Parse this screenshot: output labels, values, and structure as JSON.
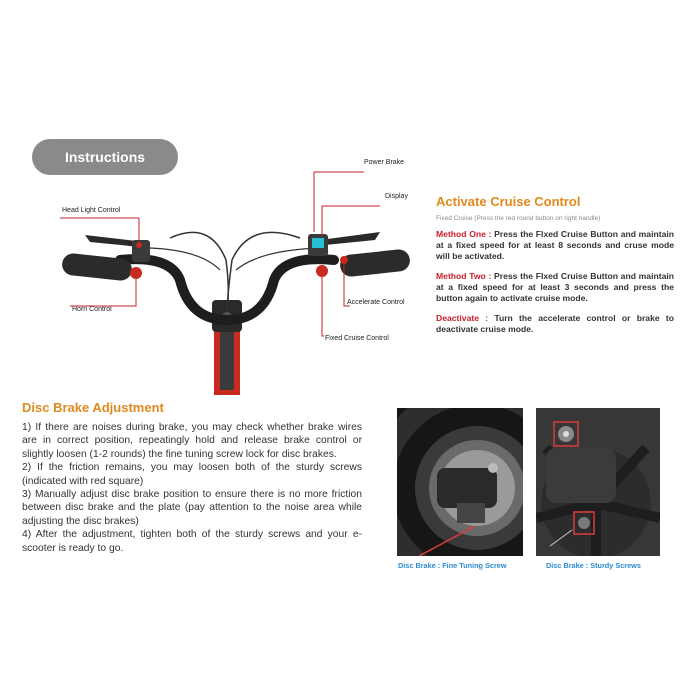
{
  "header": {
    "title": "Instructions"
  },
  "diagram": {
    "labels": {
      "power_brake": "Power Brake",
      "display": "Display",
      "head_light": "Head Light Control",
      "horn": "Horn Control",
      "accelerate": "Accelerate Control",
      "fixed_cruise": "Fixed Cruise Control"
    }
  },
  "cruise": {
    "title": "Activate Cruise Control",
    "subtitle": "Fixed Cruise (Press the red round button on right handle)",
    "method1_label": "Method One :",
    "method1_text": " Press the FIxed Cruise Button and maintain at a fixed speed for at least 8 seconds and cruse mode will be activated.",
    "method2_label": "Method Two :",
    "method2_text": " Press the FIxed Cruise Button and maintain at a fixed speed for at least 3 seconds and press the button again to activate cruise mode.",
    "deactivate_label": "Deactivate :",
    "deactivate_text": " Turn the accelerate control or brake to deactivate cruise mode."
  },
  "disc": {
    "title": "Disc Brake Adjustment",
    "steps": [
      "1) If there are noises during brake, you may check whether brake wires are in correct position, repeatingly hold and release brake control or slightly loosen (1-2 rounds) the fine tuning screw lock for disc brakes.",
      "2) If the friction remains, you may loosen both of the sturdy screws (indicated with red square)",
      "3) Manually adjust disc brake position to ensure there is no more friction between disc brake and the plate (pay attention to the noise area while adjusting the disc brakes)",
      "4) After the adjustment, tighten both of the sturdy screws and your e-scooter is ready to go."
    ],
    "caption1": "Disc Brake : Fine Tuning Screw",
    "caption2": "Disc Brake : Sturdy Screws"
  },
  "colors": {
    "accent": "#e08a1e",
    "label_red": "#c81e2a",
    "caption_blue": "#2a8ad4",
    "pill_gray": "#8a8a8a"
  }
}
